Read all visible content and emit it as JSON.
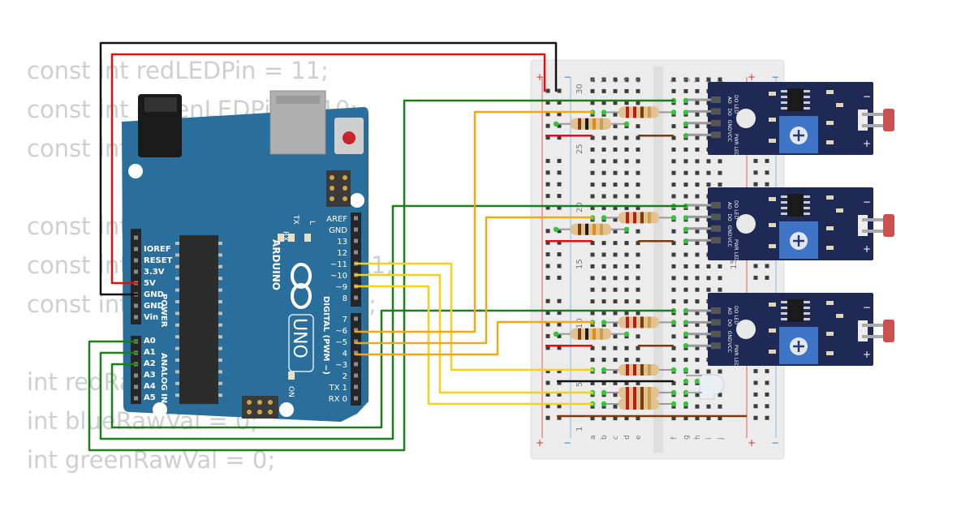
{
  "code_lines": [
    "const int redLEDPin = 11;",
    "const int greenLEDPin = 10;",
    "const int blueLEDPin = 9;",
    "",
    "const int redSensorPin = A0;",
    "const int greenSensorPin = A1;",
    "const int blueSensorPin = A2;",
    "",
    "int redRawVal = 0;",
    "int blueRawVal = 0;",
    "int greenRawVal = 0;"
  ],
  "arduino": {
    "brand": "ARDUINO",
    "model": "UNO",
    "power_labels": [
      "IOREF",
      "RESET",
      "3.3V",
      "5V",
      "GND",
      "GND",
      "Vin"
    ],
    "power_header": "POWER",
    "analog_labels": [
      "A0",
      "A1",
      "A2",
      "A3",
      "A4",
      "A5"
    ],
    "analog_header": "ANALOG IN",
    "digital_labels": [
      "AREF",
      "GND",
      "13",
      "12",
      "~11",
      "~10",
      "~9",
      "8",
      "7",
      "~6",
      "~5",
      "4",
      "~3",
      "2",
      "TX 1",
      "RX 0"
    ],
    "digital_header": "DIGITAL (PWM ~)",
    "led_labels": [
      "L",
      "TX",
      "RX",
      "ON"
    ]
  },
  "breadboard": {
    "row_letters_left": [
      "a",
      "b",
      "c",
      "d",
      "e"
    ],
    "row_letters_right": [
      "f",
      "g",
      "h",
      "i",
      "j"
    ],
    "column_numbers": [
      "30",
      "25",
      "20",
      "15",
      "10",
      "5",
      "1"
    ],
    "rail_plus": "+",
    "rail_minus": "−"
  },
  "sensor_modules": [
    {
      "pin_labels": [
        "AO",
        "DO",
        "GND",
        "VCC"
      ],
      "led_labels": [
        "DO LED",
        "PWR LED"
      ],
      "terminal_labels": [
        "−",
        "+"
      ]
    },
    {
      "pin_labels": [
        "AO",
        "DO",
        "GND",
        "VCC"
      ],
      "led_labels": [
        "DO LED",
        "PWR LED"
      ],
      "terminal_labels": [
        "−",
        "+"
      ]
    },
    {
      "pin_labels": [
        "AO",
        "DO",
        "GND",
        "VCC"
      ],
      "led_labels": [
        "DO LED",
        "PWR LED"
      ],
      "terminal_labels": [
        "−",
        "+"
      ]
    }
  ],
  "colors": {
    "board_blue": "#2a6f9b",
    "wire_red": "#dd1111",
    "wire_black": "#111111",
    "wire_green": "#1a7f1a",
    "wire_yellow": "#f2d21b",
    "wire_orange": "#f0a818",
    "module_navy": "#1e2a55",
    "pot_blue": "#3d74c6"
  }
}
